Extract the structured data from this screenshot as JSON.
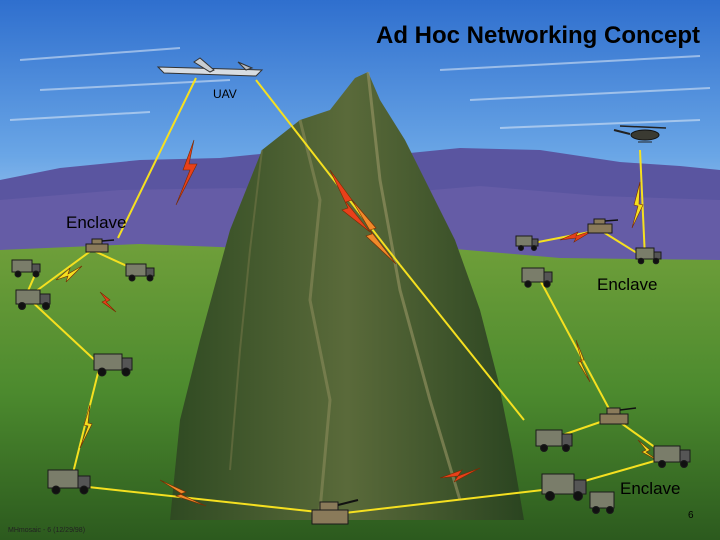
{
  "title": "Ad Hoc Networking Concept",
  "uav_label": "UAV",
  "enclave_labels": [
    "Enclave",
    "Enclave",
    "Enclave"
  ],
  "page_number": "6",
  "footer": "MHmosaic - 6 (12/29/98)",
  "icons": {
    "aircraft": [
      "uav-icon",
      "helicopter-icon"
    ],
    "vehicles": "truck-icon",
    "tanks": "tank-icon",
    "links": "lightning-bolt-icon"
  },
  "colors": {
    "sky": "#4f8fd8",
    "mountains_far": "#5a55a0",
    "grass": "#4c8a2e",
    "mountain": "#3a5a2a",
    "link_red": "#e8401a",
    "link_yellow": "#f5e020"
  }
}
